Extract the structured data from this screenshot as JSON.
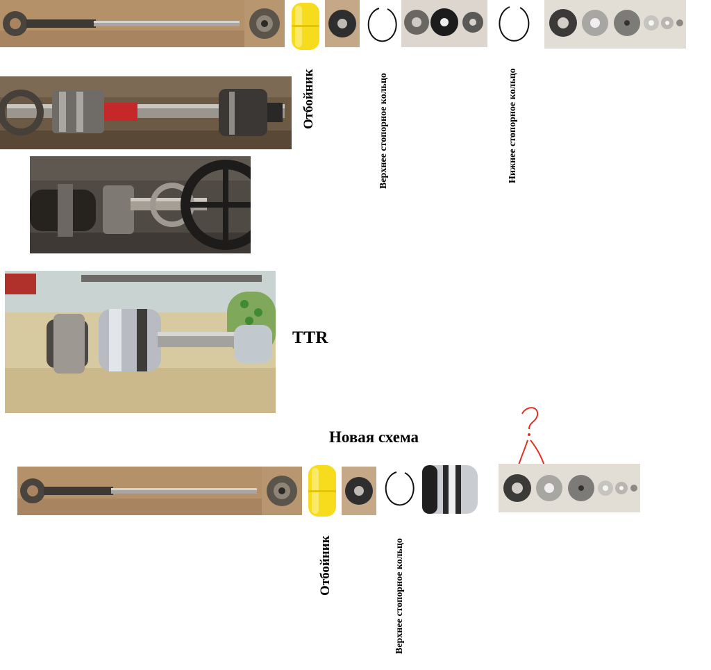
{
  "labels": {
    "bumper_top": "Отбойник",
    "upper_ring_top": "Верхнее стопорное кольцо",
    "lower_ring_top": "Нижнее стопорное кольцо",
    "ttr": "TTR",
    "new_scheme": "Новая схема",
    "bumper_bottom": "Отбойник",
    "upper_ring_bottom": "Верхнее стопорное кольцо",
    "annotation_mark": "?"
  },
  "icons": {
    "ring": "retaining-ring-icon",
    "bumper": "yellow-bumper-icon"
  },
  "colors": {
    "wood": "#b99872",
    "rod": "#8f8c88",
    "bumper": "#f6dc1c",
    "annotation": "#e53020",
    "dark_part": "#2c2c2c"
  }
}
